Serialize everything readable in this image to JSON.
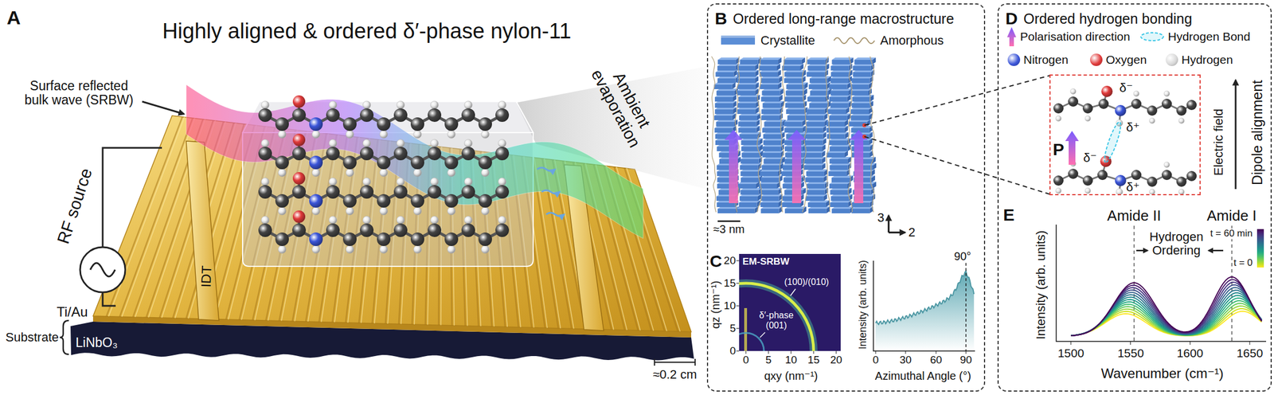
{
  "diagram": {
    "nodes": [
      {
        "text": [
          "B",
          "Ordered long-range macrostructure"
        ]
      },
      {
        "text": [
          "EM-SRBW",
          "(100)/(010)",
          "δ′-phase (001)"
        ],
        "in": 0
      },
      {
        "text": [
          "D",
          "Ordered hydrogen bonding"
        ]
      },
      {
        "text": [
          "δ⁻",
          "δ⁺",
          "δ⁻",
          "δ⁺",
          "P"
        ],
        "in": 2
      }
    ],
    "labels": [
      "A",
      "Highly aligned & ordered δ′-phase nylon-11",
      "Surface reflected bulk wave (SRBW)",
      "RF source",
      "IDT",
      "Ti/Au",
      "Substrate",
      "LiNbO₃",
      "Ambient evaporation",
      "≈0.2 cm",
      "3",
      "2",
      "≈3 nm",
      "C",
      "qz (nm⁻¹)",
      "20",
      "15",
      "10",
      "5",
      "0",
      "0",
      "5",
      "10",
      "15",
      "20",
      "qxy (nm⁻¹)",
      "Intensity (arb. units)",
      "90°",
      "0",
      "30",
      "60",
      "90",
      "Azimuthal Angle (°)",
      "Electric field",
      "Dipole alignment",
      "E",
      "Amide II",
      "Amide I",
      "Hydrogen Ordering",
      "t = 60 min",
      "t = 0",
      "Intensity (arb. units)",
      "1500",
      "1550",
      "1600",
      "1650",
      "Wavenumber (cm⁻¹)"
    ],
    "legend": [
      {
        "text": "Crystallite",
        "color": "#5b8ed6"
      },
      {
        "text": "Amorphous"
      },
      {
        "text": "Polarisation direction"
      },
      {
        "text": "Hydrogen Bond"
      },
      {
        "text": "Nitrogen",
        "color": "#3b55d8"
      },
      {
        "text": "Oxygen",
        "color": "#e03a3a"
      },
      {
        "text": "Hydrogen",
        "color": "#d9d9d9"
      }
    ]
  }
}
